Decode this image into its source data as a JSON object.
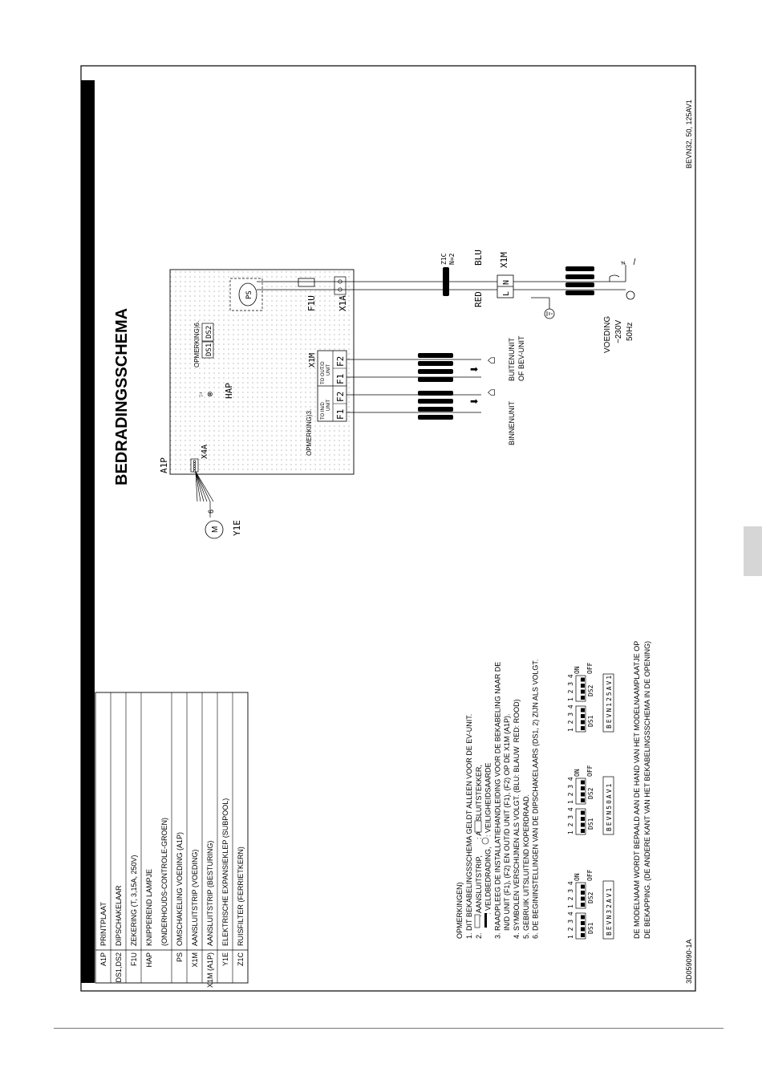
{
  "doc_id": "3D059090-1A",
  "model_range": "BEVN32, 50, 125AV1",
  "title": "BEDRADINGSSCHEMA",
  "legend": [
    {
      "code": "A1P",
      "desc": "PRINTPLAAT"
    },
    {
      "code": "DS1,DS2",
      "desc": "DIPSCHAKELAAR"
    },
    {
      "code": "F1U",
      "desc": "ZEKERING (T, 3,15A, 250V)"
    },
    {
      "code": "HAP",
      "desc": "KNIPPEREND LAMPJE"
    },
    {
      "code": "",
      "desc": "(ONDERHOUDS-CONTROLE-GROEN)"
    },
    {
      "code": "PS",
      "desc": "OMSCHAKELING VOEDING (A1P)"
    },
    {
      "code": "X1M",
      "desc": "AANSLUITSTRIP (VOEDING)"
    },
    {
      "code": "X1M (A1P)",
      "desc": "AANSLUITSTRIP (BESTURING)"
    },
    {
      "code": "Y1E",
      "desc": "ELEKTRISCHE EXPANSIEKLEP (SUBPOOL)"
    },
    {
      "code": "Z1C",
      "desc": "RUISFILTER (FERRIETKERN)"
    }
  ],
  "notes": {
    "heading": "OPMERKINGEN)",
    "items": [
      "1. DIT BEKABELINGSSCHEMA GELDT ALLEEN VOOR DE EV-UNIT.",
      "2.        : AANSLUITSTRIP,        : AANSLUITSTEKKER,",
      "            : VELDBEDRADING,     : VEILIGHEIDSAARDE",
      "3. RAADPLEEG DE INSTALLATIEHANDLEIDING VOOR DE BEKABELING NAAR DE",
      "    IN/D UNIT (F1), (F2) EN OUT/D UNIT (F1), (F2) OP DE X1M (A1P).",
      "4. SYMBOLEN VERSCHIJNEN ALS VOLGT. (BLU: BLAUW  RED: ROOD)",
      "5. GEBRUIK UITSLUITEND KOPERDRAAD.",
      "6. DE BEGININSTELLINGEN VAN DE DIPSCHAKELAARS (DS1, 2) ZIJN ALS VOLGT."
    ],
    "dip_models": [
      "BEVN32AV1",
      "BEVN50AV1",
      "BEVN125AV1"
    ],
    "dip_numbers": "1 2 3 4",
    "dip_on": "ON",
    "dip_off": "OFF",
    "ds1": "DS1",
    "ds2": "DS2",
    "footer_1": "DE MODELNAAM WORDT BEPAALD AAN DE HAND VAN HET MODELNAAMPLAATJE OP",
    "footer_2": "DE BEKAPPING. (DE ANDERE KANT VAN HET BEKABELINGSSCHEMA IN DE OPENING)"
  },
  "diagram": {
    "board": "A1P",
    "x4a": "X4A",
    "hap": "HAP",
    "opm6": "OPMERKING)6.",
    "ds1": "DS1",
    "ds2": "DS2",
    "opm3": "OPMERKING)3.",
    "x1m_ctrl": "X1M",
    "to_in_d": "TO IN/D",
    "to_out_d": "TO OUT/D",
    "unit": "UNIT",
    "f1": "F1",
    "f2": "F2",
    "ps": "PS",
    "f1u": "F1U",
    "x1a": "X1A",
    "y1e": "Y1E",
    "motor": "M",
    "wires": "6",
    "binnenunit": "BINNENUNIT",
    "buitenunit_1": "BUITENUNIT",
    "buitenunit_2": "OF BEV-UNIT",
    "z1c": "Z1C",
    "z1c_n": "N=2",
    "blu": "BLU",
    "red": "RED",
    "l": "L",
    "n": "N",
    "x1m": "X1M",
    "voeding_1": "VOEDING",
    "voeding_2": "~230V",
    "voeding_3": "50Hz"
  }
}
